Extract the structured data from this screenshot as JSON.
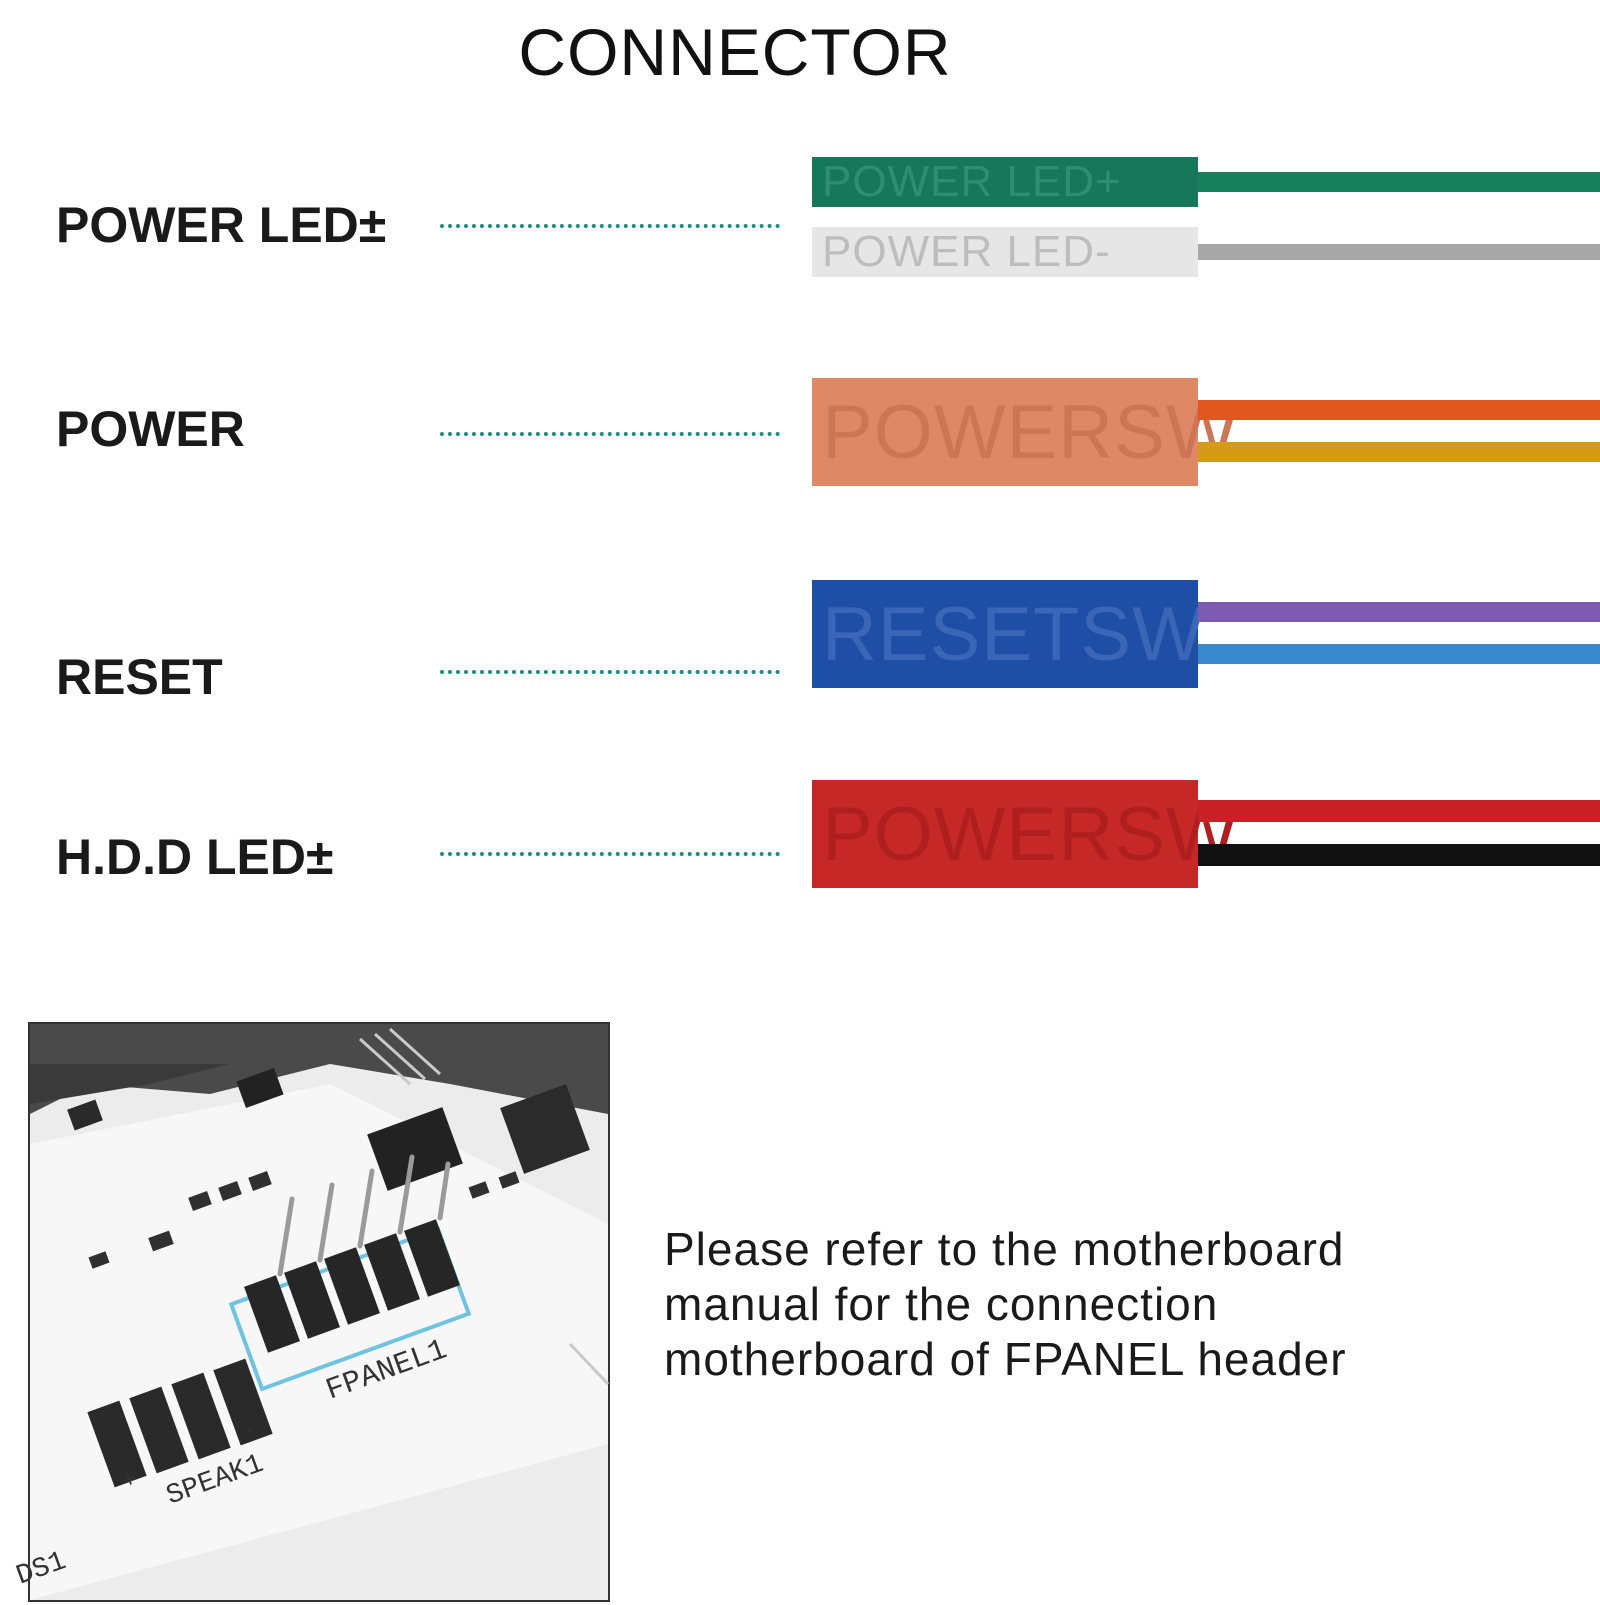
{
  "title": "CONNECTOR",
  "rows": [
    {
      "label": "POWER LED±",
      "plugs": [
        {
          "text": "POWER LED+",
          "bg": "#16775a",
          "fg": "#2c8f70"
        },
        {
          "text": "POWER LED-",
          "bg": "#e6e6e6",
          "fg": "#bdbdbd"
        }
      ],
      "wires": [
        "#18805c",
        "#a8a8a8"
      ]
    },
    {
      "label": "POWER",
      "plugs": [
        {
          "text": "POWERSW",
          "bg": "#df8866",
          "fg": "#cd7656"
        }
      ],
      "wires": [
        "#e0571f",
        "#d69a19"
      ]
    },
    {
      "label": "RESET",
      "plugs": [
        {
          "text": "RESETSW",
          "bg": "#1e4ea6",
          "fg": "#3b66b8"
        }
      ],
      "wires": [
        "#7e5bb3",
        "#3a88cc"
      ]
    },
    {
      "label": "H.D.D LED±",
      "plugs": [
        {
          "text": "POWERSW",
          "bg": "#c62828",
          "fg": "#b01f1f"
        }
      ],
      "wires": [
        "#c82027",
        "#111111"
      ]
    }
  ],
  "board": {
    "header_label": "FPANEL1",
    "speaker_label": "SPEAK1",
    "pin_marks": [
      "+",
      "-"
    ],
    "edge_label": "DS1",
    "highlight_color": "#6fc3e0"
  },
  "note": {
    "lines": [
      "Please refer to the motherboard",
      "manual for the connection",
      "motherboard of FPANEL header"
    ]
  }
}
